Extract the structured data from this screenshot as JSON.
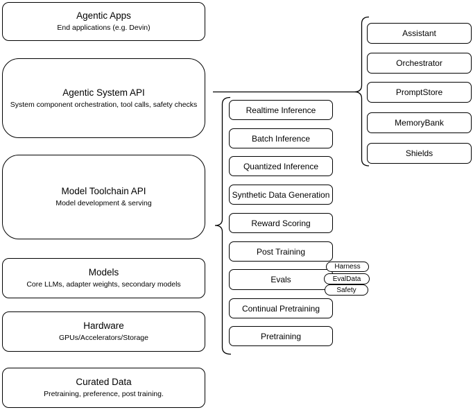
{
  "diagram": {
    "stack": [
      {
        "title": "Agentic Apps",
        "subtitle": "End applications (e.g. Devin)"
      },
      {
        "title": "Agentic System API",
        "subtitle": "System component orchestration, tool calls, safety checks"
      },
      {
        "title": "Model Toolchain API",
        "subtitle": "Model development & serving"
      },
      {
        "title": "Models",
        "subtitle": "Core LLMs, adapter weights, secondary models"
      },
      {
        "title": "Hardware",
        "subtitle": "GPUs/Accelerators/Storage"
      },
      {
        "title": "Curated Data",
        "subtitle": "Pretraining, preference, post training."
      }
    ],
    "toolchain_boxes": [
      "Realtime Inference",
      "Batch Inference",
      "Quantized Inference",
      "Synthetic Data Generation",
      "Reward Scoring",
      "Post Training",
      "Evals",
      "Continual Pretraining",
      "Pretraining"
    ],
    "system_boxes": [
      "Assistant",
      "Orchestrator",
      "PromptStore",
      "MemoryBank",
      "Shields"
    ],
    "evals_tags": [
      "Harness",
      "EvalData",
      "Safety"
    ],
    "colors": {
      "border": "#000000",
      "background": "#ffffff",
      "text": "#000000"
    }
  }
}
